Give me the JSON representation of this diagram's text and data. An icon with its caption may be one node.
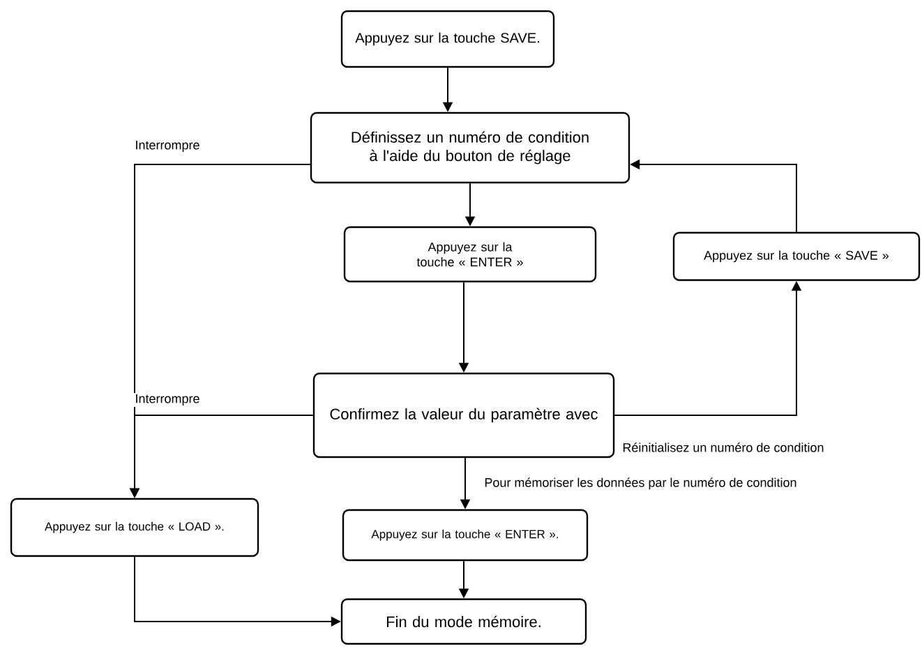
{
  "diagram": {
    "nodes": [
      {
        "text": [
          "Appuyez sur la touche SAVE."
        ]
      },
      {
        "text": [
          "Définissez un numéro de condition à l'aide du bouton de réglage"
        ]
      },
      {
        "text": [
          "Appuyez sur la touche « ENTER »"
        ]
      },
      {
        "text": [
          "Appuyez sur la touche « SAVE »"
        ]
      },
      {
        "text": [
          "Confirmez la valeur du paramètre avec"
        ]
      },
      {
        "text": [
          "Appuyez sur la touche « LOAD »."
        ]
      },
      {
        "text": [
          "Appuyez sur la touche « ENTER »."
        ]
      },
      {
        "text": [
          "Fin du mode mémoire."
        ]
      }
    ],
    "edges": [
      {
        "from": 0,
        "to": 1,
        "arrow": "to"
      },
      {
        "from": 1,
        "to": 2,
        "arrow": "to"
      },
      {
        "from": 2,
        "to": 4,
        "arrow": "to"
      },
      {
        "from": 4,
        "to": 3,
        "arrow": "to",
        "label": "Réinitialisez un numéro de condition"
      },
      {
        "from": 3,
        "to": 1,
        "arrow": "to"
      },
      {
        "from": 1,
        "to": 5,
        "arrow": "to",
        "label": "Interrompre"
      },
      {
        "from": 4,
        "to": 5,
        "arrow": "to",
        "label": "Interrompre"
      },
      {
        "from": 4,
        "to": 6,
        "arrow": "to",
        "label": "Pour mémoriser les données par le numéro de condition"
      },
      {
        "from": 6,
        "to": 7,
        "arrow": "to"
      },
      {
        "from": 5,
        "to": 7,
        "arrow": "to"
      }
    ]
  }
}
